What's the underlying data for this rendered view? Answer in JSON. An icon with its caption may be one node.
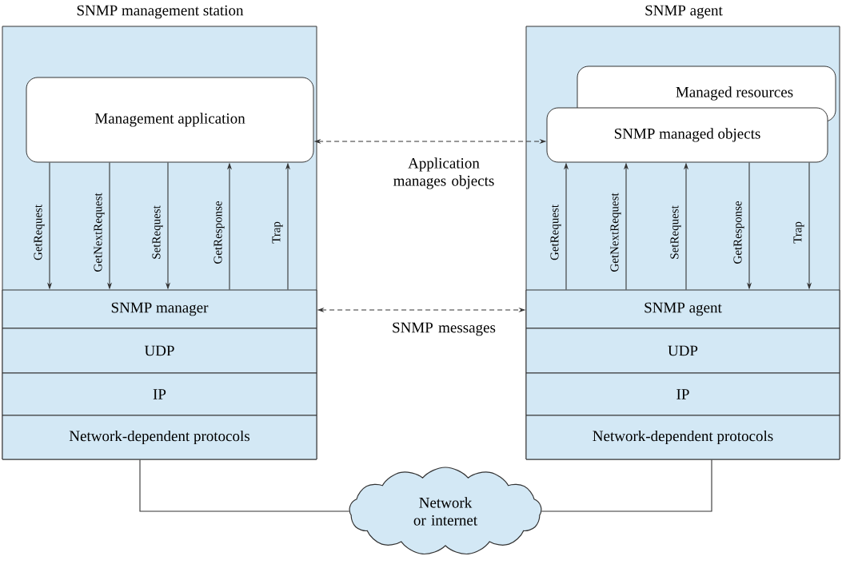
{
  "diagram": {
    "nodes": [
      {
        "text": [
          "SNMP management station"
        ]
      },
      {
        "text": [
          "Management application"
        ],
        "in": 0
      },
      {
        "text": [
          "SNMP manager"
        ],
        "in": 0
      },
      {
        "text": [
          "UDP"
        ],
        "in": 0
      },
      {
        "text": [
          "IP"
        ],
        "in": 0
      },
      {
        "text": [
          "Network-dependent protocols"
        ],
        "in": 0
      },
      {
        "text": [
          "SNMP agent"
        ]
      },
      {
        "text": [
          "Managed resources"
        ],
        "in": 6
      },
      {
        "text": [
          "SNMP managed objects"
        ],
        "in": 6
      },
      {
        "text": [
          "SNMP agent"
        ],
        "in": 6
      },
      {
        "text": [
          "UDP"
        ],
        "in": 6
      },
      {
        "text": [
          "IP"
        ],
        "in": 6
      },
      {
        "text": [
          "Network-dependent protocols"
        ],
        "in": 6
      },
      {
        "text": [
          "Network or internet"
        ]
      }
    ],
    "edges": [
      {
        "from": 1,
        "to": 8,
        "arrow": "both",
        "style": "dashed",
        "label": "Application manages objects"
      },
      {
        "from": 2,
        "to": 9,
        "arrow": "both",
        "style": "dashed",
        "label": "SNMP messages"
      },
      {
        "from": 1,
        "to": 2,
        "arrow": "to",
        "label": "GetRequest"
      },
      {
        "from": 1,
        "to": 2,
        "arrow": "to",
        "label": "GetNextRequest"
      },
      {
        "from": 1,
        "to": 2,
        "arrow": "to",
        "label": "SetRequest"
      },
      {
        "from": 2,
        "to": 1,
        "arrow": "to",
        "label": "GetResponse"
      },
      {
        "from": 2,
        "to": 1,
        "arrow": "to",
        "label": "Trap"
      },
      {
        "from": 9,
        "to": 8,
        "arrow": "to",
        "label": "GetRequest"
      },
      {
        "from": 9,
        "to": 8,
        "arrow": "to",
        "label": "GetNextRequest"
      },
      {
        "from": 9,
        "to": 8,
        "arrow": "to",
        "label": "SetRequest"
      },
      {
        "from": 8,
        "to": 9,
        "arrow": "to",
        "label": "GetResponse"
      },
      {
        "from": 8,
        "to": 9,
        "arrow": "to",
        "label": "Trap"
      },
      {
        "from": 5,
        "to": 13,
        "arrow": "none"
      },
      {
        "from": 12,
        "to": 13,
        "arrow": "none"
      }
    ]
  }
}
